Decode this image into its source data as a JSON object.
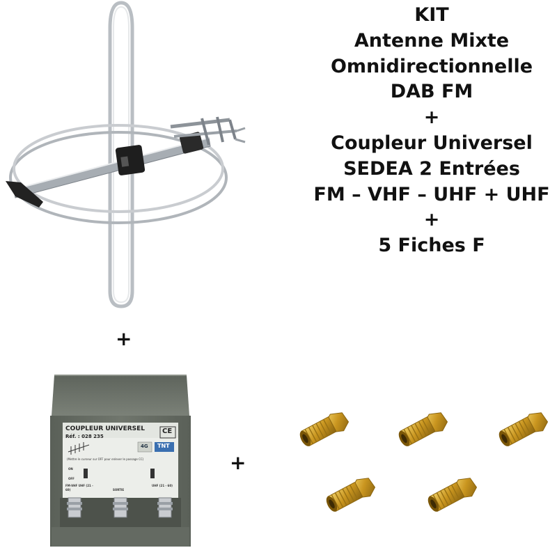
{
  "title_lines": [
    "KIT",
    "Antenne Mixte",
    "Omnidirectionnelle",
    "DAB FM",
    "+",
    "Coupleur Universel",
    "SEDEA 2 Entrées",
    "FM – VHF – UHF + UHF",
    "+",
    "5 Fiches F"
  ],
  "plus_signs": {
    "below_antenna": "+",
    "between_coupler_and_plugs": "+"
  },
  "coupler": {
    "brand_label": "COUPLEUR UNIVERSEL",
    "reference": "Réf. : 028 235",
    "ce_mark": "CE",
    "tnt_badge": "TNT",
    "network_badge": "4G",
    "instruction": "(Mettre le curseur sur OFF pour enlever le passage CC)",
    "input_left_label": "FM-VHF UHF (21 - 60)",
    "output_label": "SORTIE",
    "input_right_label": "UHF (21 - 60)",
    "switch_on": "ON",
    "switch_off": "OFF"
  },
  "plug_count": 5,
  "colors": {
    "metal": "#c9ccd0",
    "coupler_body": "#6a7066",
    "gold": "#d4a62a"
  }
}
